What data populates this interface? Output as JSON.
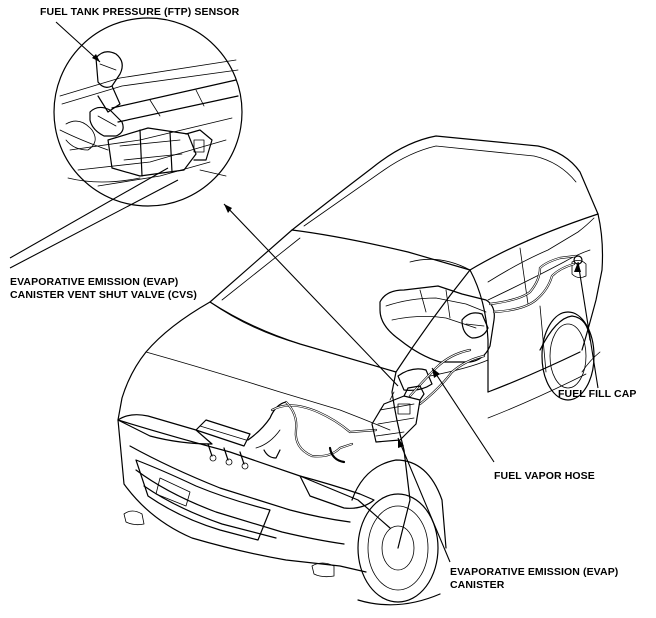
{
  "labels": {
    "ftp_sensor": "FUEL TANK PRESSURE (FTP) SENSOR",
    "cvs_line1": "EVAPORATIVE EMISSION (EVAP)",
    "cvs_line2": "CANISTER VENT SHUT VALVE (CVS)",
    "fuel_fill_cap": "FUEL FILL CAP",
    "fuel_vapor_hose": "FUEL VAPOR HOSE",
    "canister_line1": "EVAPORATIVE EMISSION (EVAP)",
    "canister_line2": "CANISTER"
  }
}
